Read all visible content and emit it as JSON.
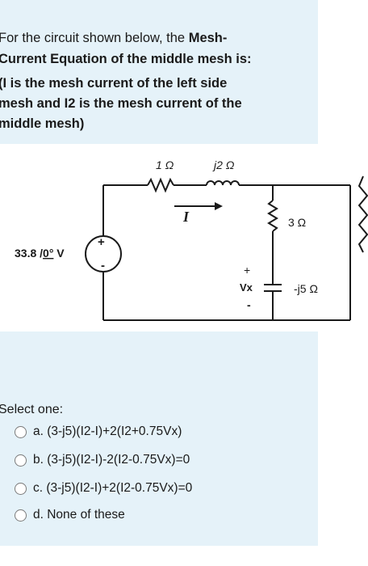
{
  "question": {
    "line1_pre": "For the circuit shown below, the ",
    "line1_bold": "Mesh-",
    "line2_bold": "Current Equation of the middle mesh is:",
    "line3": "(I is the mesh current of the left side",
    "line4": "mesh and I2 is the mesh current of the",
    "line5": "middle mesh)"
  },
  "circuit": {
    "r1_label": "1 Ω",
    "l1_label": "j2 Ω",
    "current_label": "I",
    "source_label_pre": "33.8 /",
    "source_angle": "0°",
    "source_unit": " V",
    "r2_label": "3 Ω",
    "cap_label": "-j5 Ω",
    "vx_label": "Vx",
    "plus_sign": "+",
    "minus_sign": "-"
  },
  "answer": {
    "select_label": "Select one:",
    "options": [
      "a. (3-j5)(I2-I)+2(I2+0.75Vx)",
      "b. (3-j5)(I2-I)-2(I2-0.75Vx)=0",
      "c. (3-j5)(I2-I)+2(I2-0.75Vx)=0",
      "d. None of these"
    ]
  }
}
